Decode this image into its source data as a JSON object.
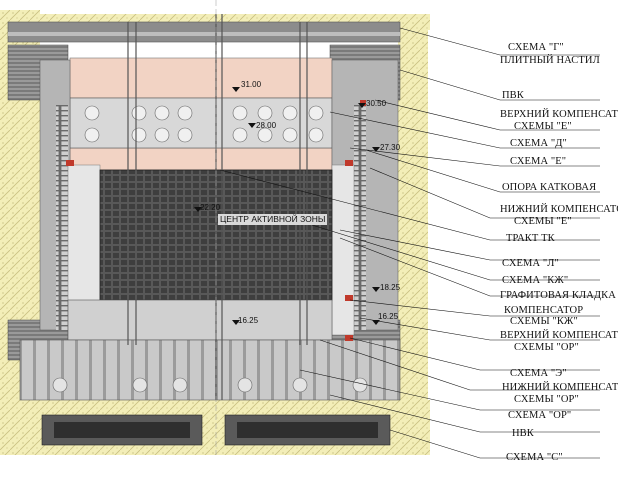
{
  "labels": {
    "schema_g": "СХЕМА \"Г\"",
    "plate_deck": "ПЛИТНЫЙ НАСТИЛ",
    "pvk": "ПВК",
    "upper_comp_e_1": "ВЕРХНИЙ КОМПЕНСАТОР",
    "upper_comp_e_2": "СХЕМЫ \"Е\"",
    "schema_d": "СХЕМА \"Д\"",
    "schema_e": "СХЕМА \"Е\"",
    "roller_support": "ОПОРА КАТКОВАЯ",
    "lower_comp_e_1": "НИЖНИЙ КОМПЕНСАТОР",
    "lower_comp_e_2": "СХЕМЫ \"Е\"",
    "tract_tk": "ТРАКТ ТК",
    "schema_l": "СХЕМА \"Л\"",
    "schema_kzh": "СХЕМА \"КЖ\"",
    "graphite_stack": "ГРАФИТОВАЯ КЛАДКА",
    "comp_kzh_1": "КОМПЕНСАТОР",
    "comp_kzh_2": "СХЕМЫ \"КЖ\"",
    "upper_comp_or_1": "ВЕРХНИЙ КОМПЕНСАТОР",
    "upper_comp_or_2": "СХЕМЫ \"ОР\"",
    "schema_ee": "СХЕМА \"Э\"",
    "lower_comp_or_1": "НИЖНИЙ КОМПЕНСАТОР",
    "lower_comp_or_2": "СХЕМЫ \"ОР\"",
    "schema_or": "СХЕМА \"ОР\"",
    "nvk": "НВК",
    "schema_s": "СХЕМА \"С\"",
    "core_center": "ЦЕНТР АКТИВНОЙ ЗОНЫ"
  },
  "elevations": {
    "e31": "31.00",
    "e30_50": "30.50",
    "e28": "28.00",
    "e27_30": "27.30",
    "e22_20": "22.20",
    "e18_25": "18.25",
    "e16_25_left": "16.25",
    "e16_25_right": "16.25"
  },
  "colors": {
    "concrete": "#f3eeb8",
    "hatch": "#c9c081",
    "steel": "#a9a9a9",
    "steel_dark": "#6b6b6b",
    "upper_zone": "#f2d3c4",
    "graphite": "#4a4a4a",
    "lower_zone": "#c8c8c8",
    "accent_red": "#c0392b"
  }
}
